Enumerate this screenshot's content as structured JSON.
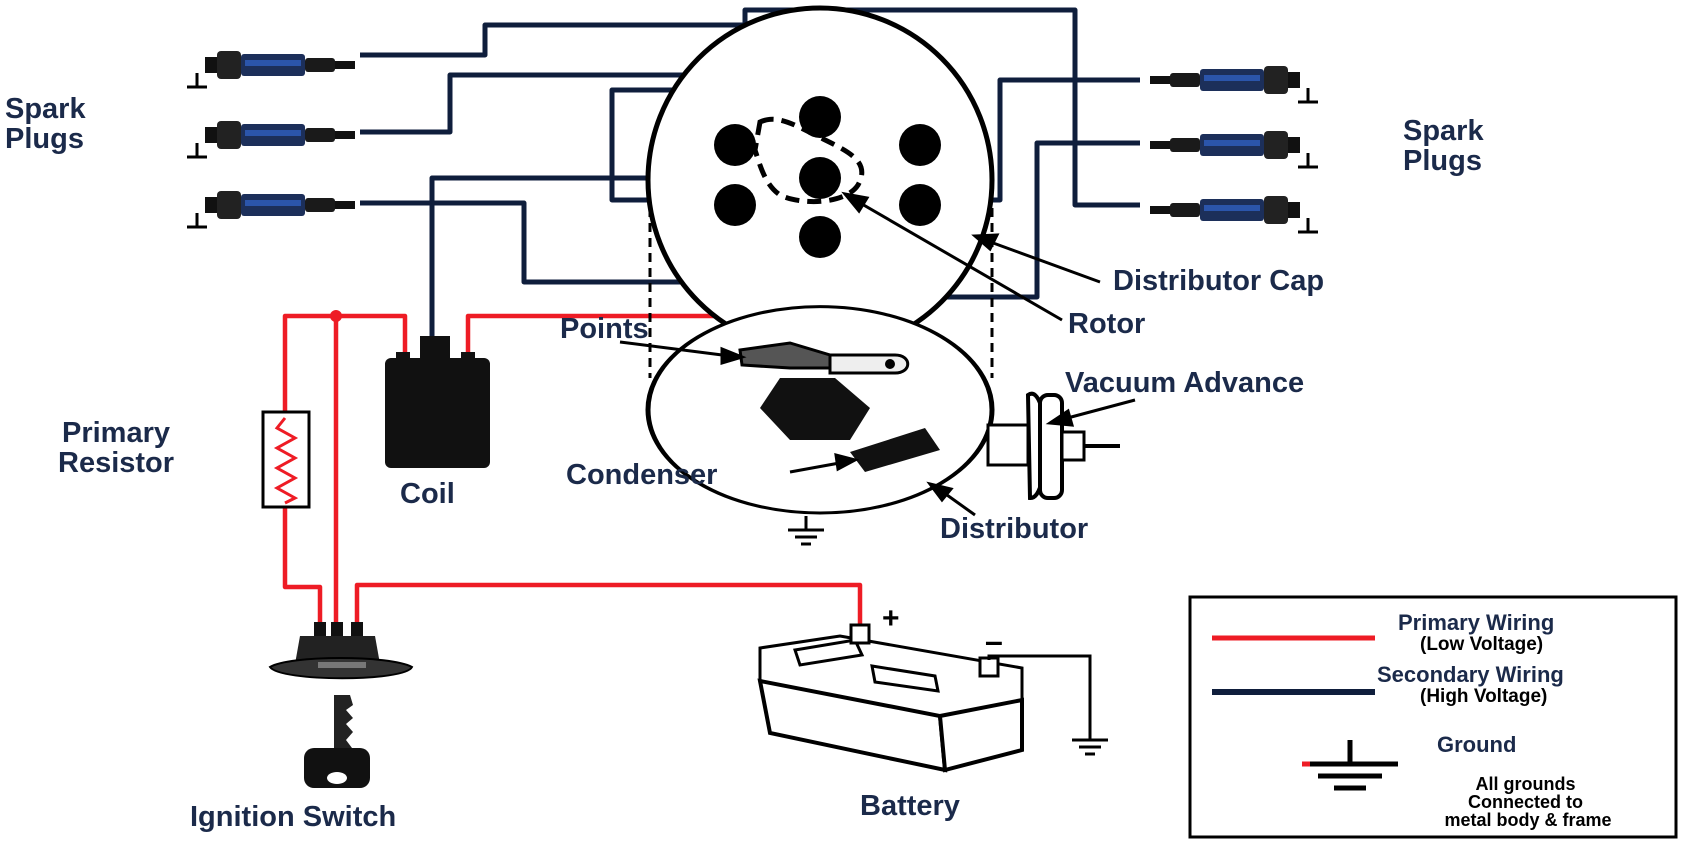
{
  "labels": {
    "spark_plugs_left": [
      "Spark",
      "Plugs"
    ],
    "spark_plugs_right": [
      "Spark",
      "Plugs"
    ],
    "distributor_cap": "Distributor Cap",
    "rotor": "Rotor",
    "points": "Points",
    "vacuum_advance": "Vacuum Advance",
    "condenser": "Condenser",
    "distributor": "Distributor",
    "primary_resistor": [
      "Primary",
      "Resistor"
    ],
    "coil": "Coil",
    "ignition_switch": "Ignition Switch",
    "battery": "Battery",
    "battery_positive": "+",
    "battery_negative": "–"
  },
  "legend": {
    "primary_title": "Primary Wiring",
    "primary_sub": "(Low Voltage)",
    "secondary_title": "Secondary Wiring",
    "secondary_sub": "(High Voltage)",
    "ground_title": "Ground",
    "ground_note": [
      "All grounds",
      "Connected to",
      "metal body & frame"
    ]
  },
  "colors": {
    "primary_wire": "#ee1c25",
    "secondary_wire": "#0f1e3c",
    "label_text": "#1b2a4a",
    "plug_accent": "#2f5fbf"
  }
}
